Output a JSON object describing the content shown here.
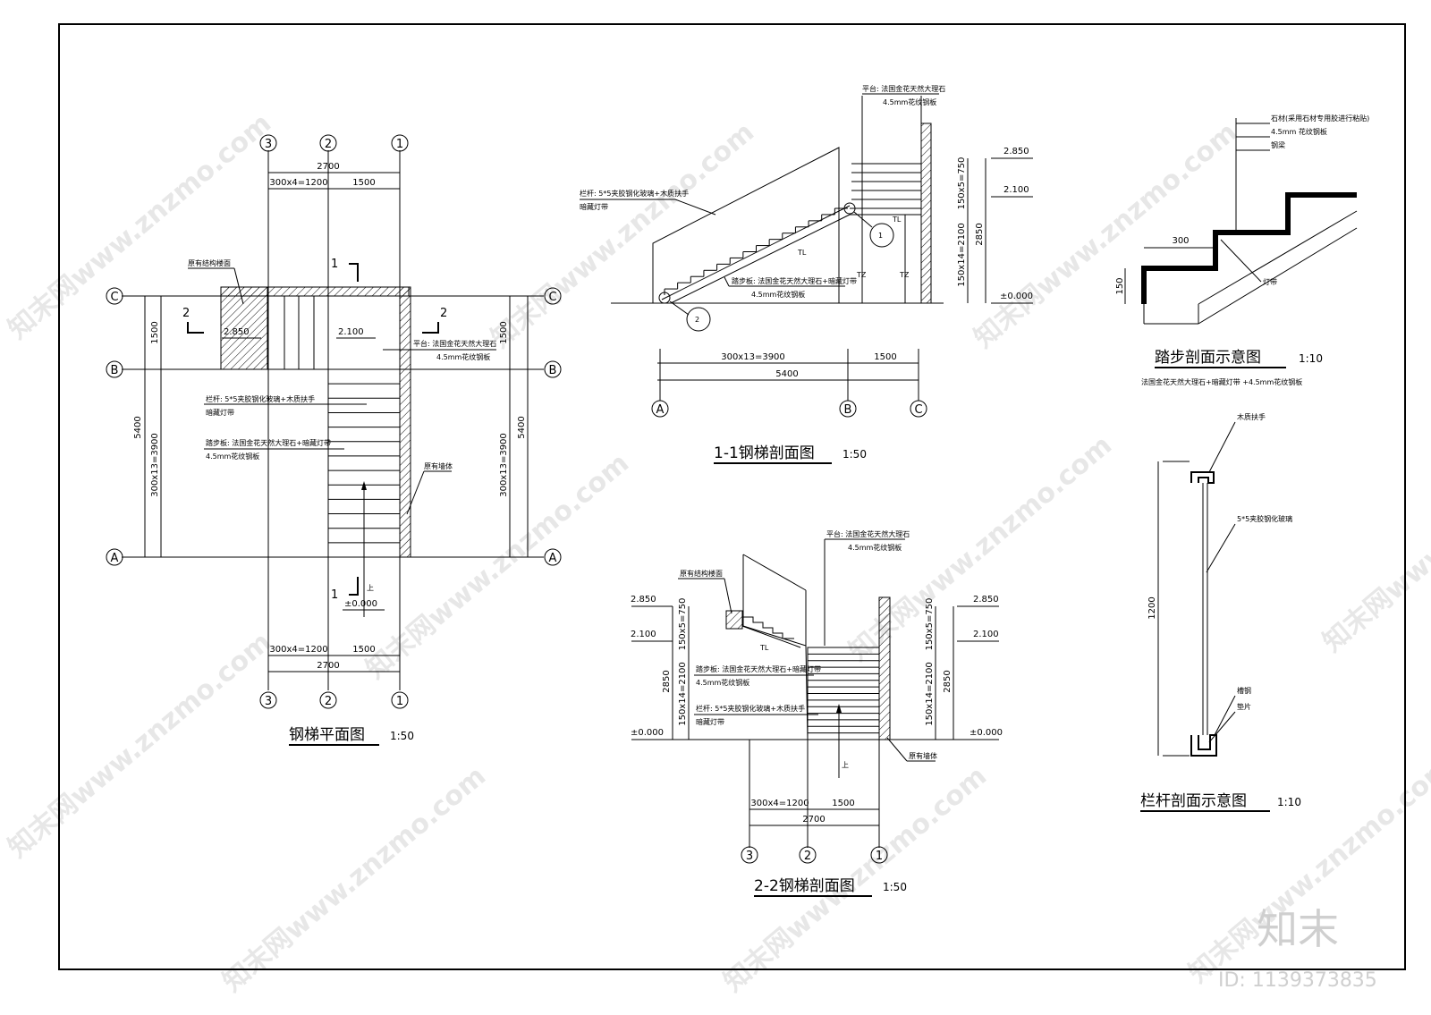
{
  "drawings": {
    "plan": {
      "title": "钢梯平面图",
      "scale": "1:50"
    },
    "section11": {
      "title": "1-1钢梯剖面图",
      "scale": "1:50"
    },
    "section22": {
      "title": "2-2钢梯剖面图",
      "scale": "1:50"
    },
    "tread": {
      "title": "踏步剖面示意图",
      "scale": "1:10",
      "subtitle": "法国金花天然大理石+暗藏灯带 +4.5mm花纹钢板"
    },
    "railing": {
      "title": "栏杆剖面示意图",
      "scale": "1:10"
    }
  },
  "axes": {
    "a1": "1",
    "a2": "2",
    "a3": "3",
    "aA": "A",
    "aB": "B",
    "aC": "C"
  },
  "cut_marks": {
    "c1": "1",
    "c2": "2"
  },
  "dims": {
    "d2700": "2700",
    "d1200": "300x4=1200",
    "d1500": "1500",
    "d5400": "5400",
    "d3900": "300x13=3900",
    "d750": "150x5=750",
    "d2100": "150x14=2100",
    "d2850": "2850",
    "d300": "300",
    "d150": "150",
    "d1200v": "1200"
  },
  "elevations": {
    "e2850": "2.850",
    "e2100": "2.100",
    "e0": "±0.000"
  },
  "notes": {
    "structure_floor": "原有结构楼面",
    "railing": "栏杆: 5*5夹胶钢化玻璃+木质扶手",
    "hidden_light": "暗藏灯带",
    "tread": "踏步板: 法国金花天然大理石+暗藏灯带",
    "plate": "4.5mm花纹钢板",
    "platform": "平台: 法国金花天然大理石",
    "wall": "原有墙体",
    "up": "上",
    "tl": "TL",
    "tz": "TZ",
    "stone": "石材(采用石材专用胶进行粘贴)",
    "steel_plate": "4.5mm 花纹钢板",
    "steel_beam": "钢梁",
    "light_strip": "灯带",
    "handrail": "木质扶手",
    "glass": "5*5夹胶钢化玻璃",
    "channel": "槽钢",
    "gasket": "垫片"
  },
  "branding": {
    "logo": "知末",
    "id": "ID: 1139373835",
    "watermark": "知末网www.znzmo.com"
  }
}
